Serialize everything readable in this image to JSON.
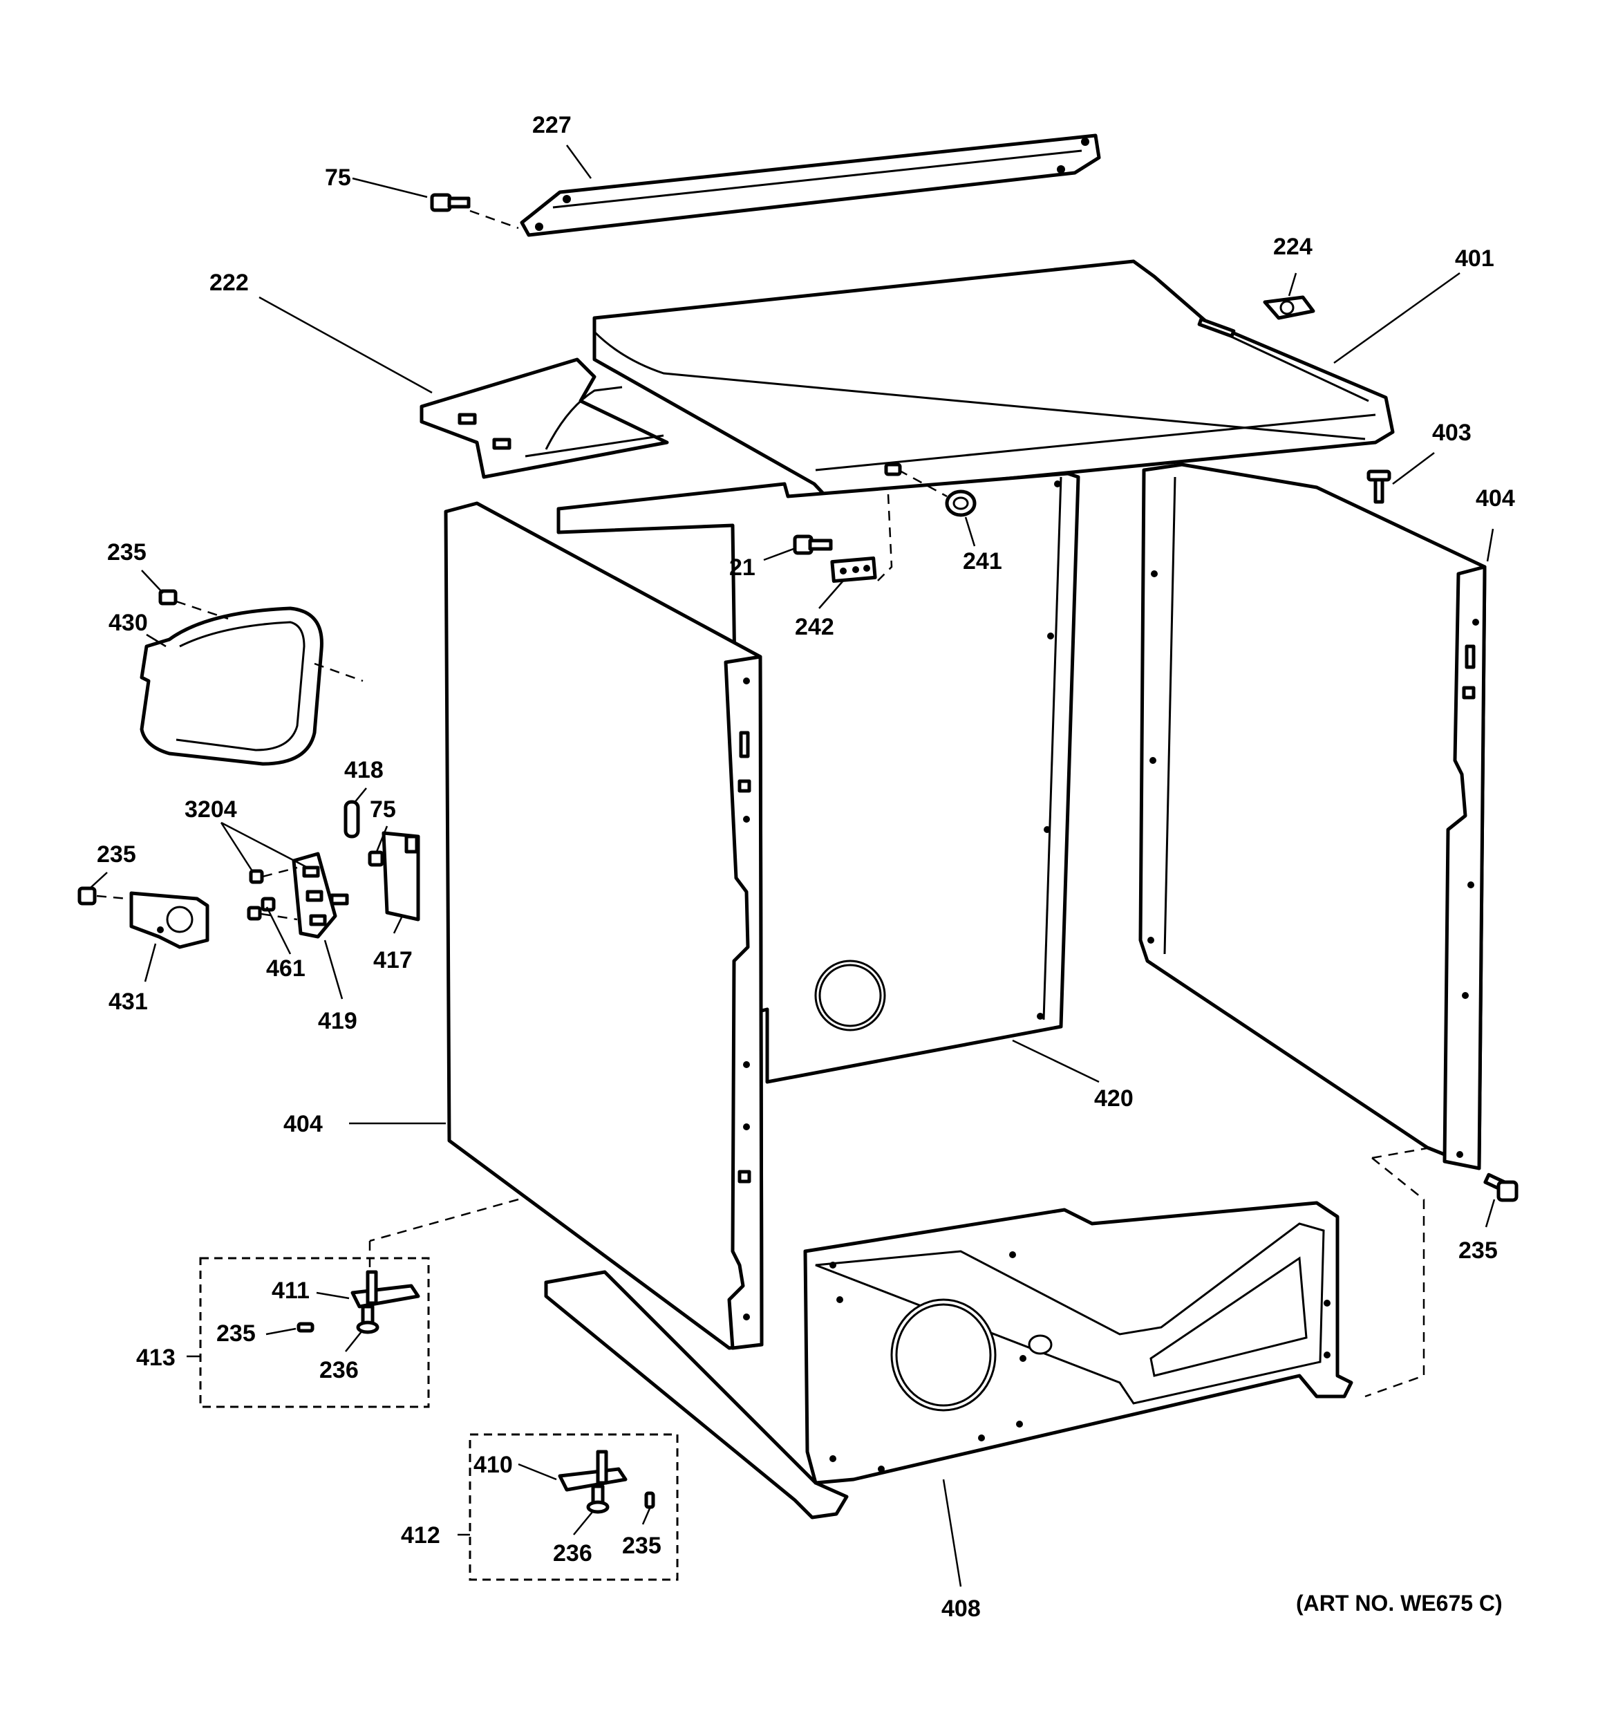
{
  "art_number": "(ART NO. WE675 C)",
  "callouts": {
    "c227": "227",
    "c75_top": "75",
    "c224": "224",
    "c401": "401",
    "c222": "222",
    "c403": "403",
    "c404_right": "404",
    "c235_top_left": "235",
    "c21": "21",
    "c241": "241",
    "c242": "242",
    "c430": "430",
    "c418": "418",
    "c3204": "3204",
    "c75_mid": "75",
    "c235_mid_left": "235",
    "c461": "461",
    "c417": "417",
    "c431": "431",
    "c419": "419",
    "c420": "420",
    "c404_left": "404",
    "c235_right": "235",
    "c411": "411",
    "c235_box413": "235",
    "c413": "413",
    "c236_box413": "236",
    "c410": "410",
    "c412": "412",
    "c236_box412": "236",
    "c235_box412": "235",
    "c408": "408"
  }
}
